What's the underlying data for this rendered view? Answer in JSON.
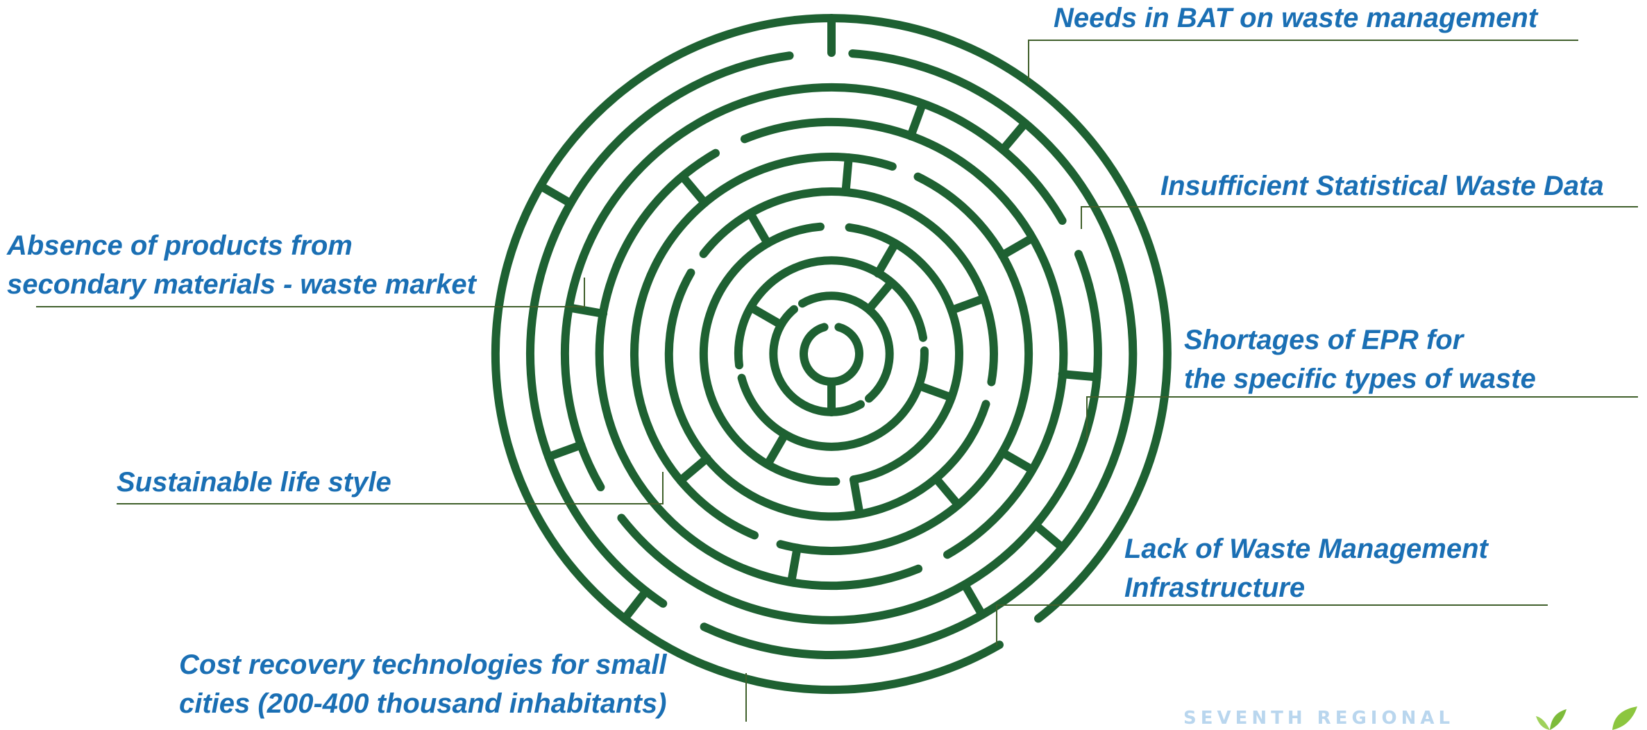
{
  "colors": {
    "maze": "#1e6132",
    "label_text": "#1a6fb4",
    "leader": "#3f5f2a",
    "logo": "#b9d6ee"
  },
  "labels": {
    "bat": "Needs in BAT on waste management",
    "statistical": "Insufficient Statistical Waste Data",
    "absence_line1": "Absence of products from",
    "absence_line2": "secondary materials - waste market",
    "epr_line1": "Shortages of EPR for",
    "epr_line2": "the specific types of waste",
    "sustainable": "Sustainable life style",
    "infra_line1": "Lack  of Waste Management",
    "infra_line2": "Infrastructure",
    "cost_line1": "Cost recovery technologies for small",
    "cost_line2": "cities (200-400 thousand inhabitants)"
  },
  "footer": {
    "logo_text": "SEVENTH REGIONAL",
    "logo_icon": "leaf-icon"
  }
}
